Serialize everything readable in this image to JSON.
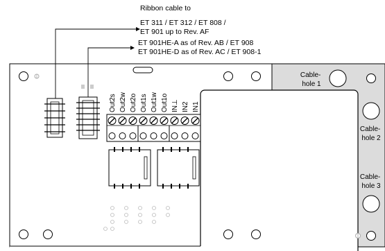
{
  "callouts": [
    {
      "lines": [
        "Ribbon cable to",
        "ET 311 / ET 312 / ET 808 /",
        "ET 901 up to Rev. AF"
      ]
    },
    {
      "lines": [
        "ET 901HE-A as of Rev. AB / ET 908",
        "ET 901HE-D as of Rev. AC / ET 908-1"
      ]
    }
  ],
  "terminals": [
    "Out2s",
    "Out2w",
    "Out2o",
    "Out1s",
    "Out1w",
    "Out1o",
    "IN⊥",
    "IN2",
    "IN1"
  ],
  "cable_holes": [
    {
      "lines": [
        "Cable-",
        "hole 1"
      ]
    },
    {
      "lines": [
        "Cable-",
        "hole 2"
      ]
    },
    {
      "lines": [
        "Cable-",
        "hole 3"
      ]
    }
  ]
}
